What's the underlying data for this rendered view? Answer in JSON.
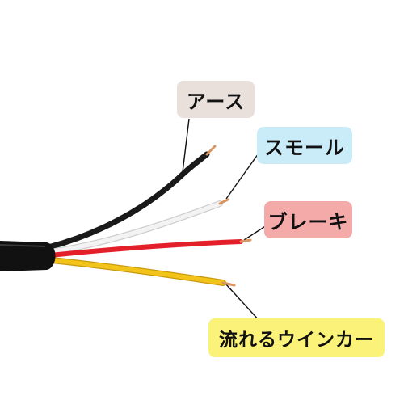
{
  "labels": {
    "earth": "アース",
    "small_light": "スモール",
    "brake": "ブレーキ",
    "sequential_turn": "流れるウインカー"
  },
  "colors": {
    "earth_tag": "#e9e0dc",
    "small_light_tag": "#c9ecf8",
    "brake_tag": "#f5aaaa",
    "sequential_turn_tag": "#fbf27a",
    "wire_black": "#1a1a1a",
    "wire_white": "#f3f3f3",
    "wire_red": "#e3202a",
    "wire_yellow": "#f2c318",
    "copper": "#d9955f",
    "jacket": "#111111"
  }
}
